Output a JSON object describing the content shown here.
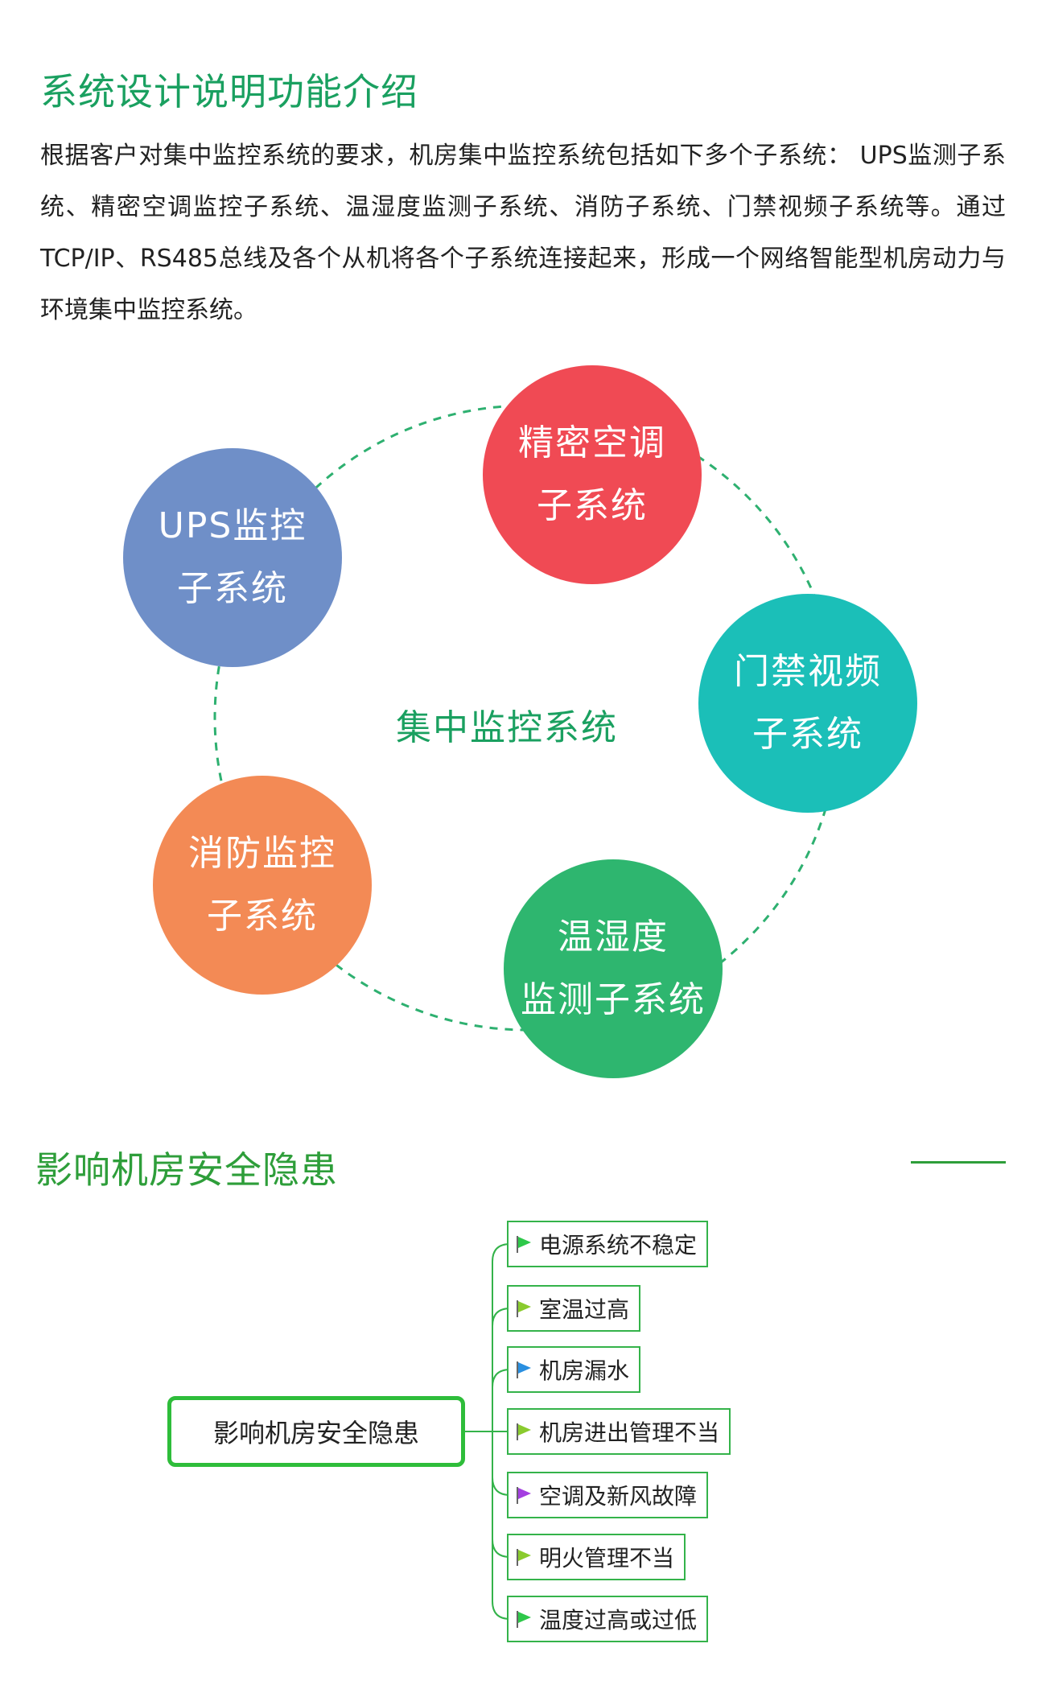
{
  "section1": {
    "title": "系统设计说明功能介绍",
    "intro": "根据客户对集中监控系统的要求，机房集中监控系统包括如下多个子系统： UPS监测子系统、精密空调监控子系统、温湿度监测子系统、消防子系统、门禁视频子系统等。通过TCP/IP、RS485总线及各个从机将各个子系统连接起来，形成一个网络智能型机房动力与环境集中监控系统。"
  },
  "ring_diagram": {
    "center_label": "集中监控系统",
    "nodes": [
      {
        "label": "UPS监控\n子系统",
        "color": "#6f8fc8"
      },
      {
        "label": "精密空调\n子系统",
        "color": "#f04a54"
      },
      {
        "label": "门禁视频\n子系统",
        "color": "#1bbfb8"
      },
      {
        "label": "温湿度\n监测子系统",
        "color": "#2eb66f"
      },
      {
        "label": "消防监控\n子系统",
        "color": "#f38a55"
      }
    ],
    "ring_color": "#2eb070"
  },
  "section2": {
    "title": "影响机房安全隐患"
  },
  "mind_map": {
    "root": "影响机房安全隐患",
    "branches": [
      {
        "label": "电源系统不稳定",
        "flag_color": "#2ec84a"
      },
      {
        "label": "室温过高",
        "flag_color": "#8acb2e"
      },
      {
        "label": "机房漏水",
        "flag_color": "#2a8fe0"
      },
      {
        "label": "机房进出管理不当",
        "flag_color": "#8acb2e"
      },
      {
        "label": "空调及新风故障",
        "flag_color": "#a43ee0"
      },
      {
        "label": "明火管理不当",
        "flag_color": "#8acb2e"
      },
      {
        "label": "温度过高或过低",
        "flag_color": "#2ec84a"
      }
    ],
    "line_color": "#34b34a"
  }
}
